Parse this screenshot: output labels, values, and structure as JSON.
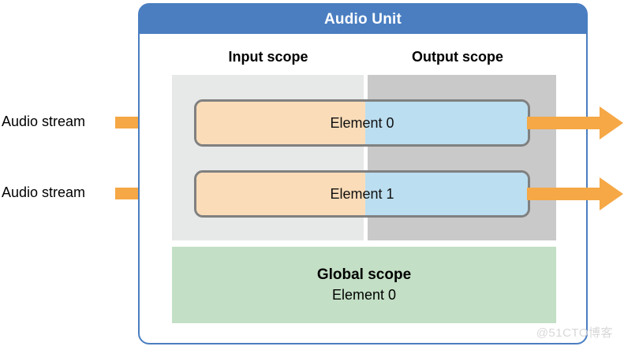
{
  "diagram": {
    "title": "Audio Unit",
    "scopes": {
      "input_label": "Input scope",
      "output_label": "Output scope"
    },
    "elements": [
      {
        "label": "Element 0"
      },
      {
        "label": "Element 1"
      }
    ],
    "streams": [
      {
        "label": "Audio stream"
      },
      {
        "label": "Audio stream"
      }
    ],
    "global_scope": {
      "title": "Global scope",
      "element": "Element 0"
    },
    "watermark": "@51CTO博客",
    "colors": {
      "header_blue": "#4a7ec1",
      "border_blue": "#4a7ec1",
      "input_band_gray": "#e7e8e8",
      "output_band_gray": "#c9c9c9",
      "input_half_orange": "#fadcb8",
      "output_half_blue": "#bbdef0",
      "element_border_gray": "#808080",
      "global_scope_green": "#c3dfc5",
      "arrow_orange": "#f5a845",
      "watermark_gray": "#d8d8d8"
    }
  }
}
